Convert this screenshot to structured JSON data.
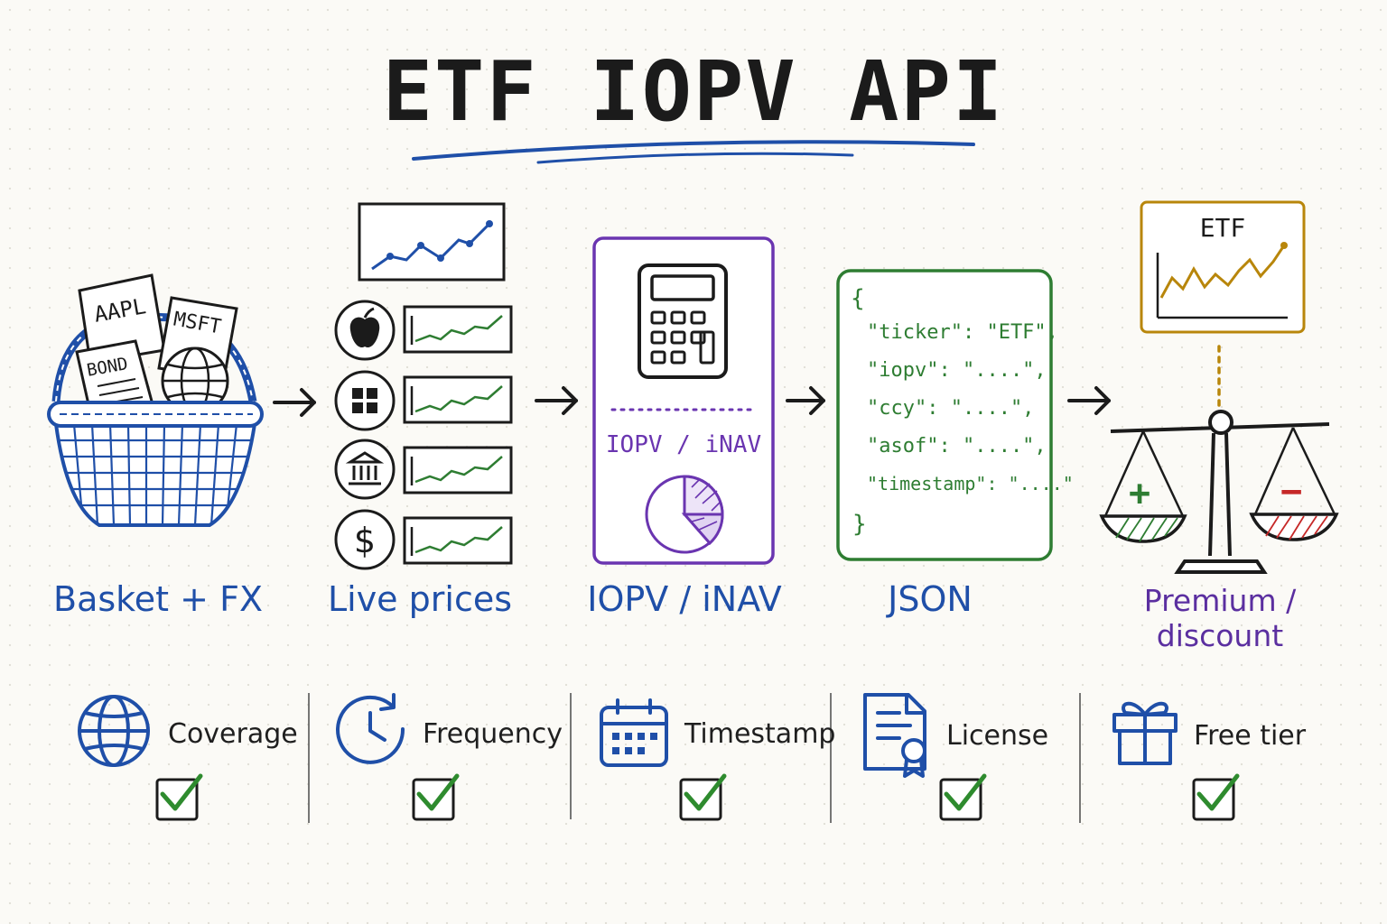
{
  "title": "ETF IOPV API",
  "basket_docs": {
    "aapl": "AAPL",
    "msft": "MSFT",
    "bond": "BOND"
  },
  "steps": [
    {
      "label": "Basket + FX",
      "color": "#1f4fa8"
    },
    {
      "label": "Live prices",
      "color": "#1f4fa8"
    },
    {
      "label": "IOPV / iNAV",
      "color": "#1f4fa8"
    },
    {
      "label": "JSON",
      "color": "#1f4fa8"
    },
    {
      "label": "Premium / discount",
      "color": "#5b2fa0"
    }
  ],
  "calc_box": {
    "caption": "IOPV / iNAV",
    "color": "#6a35b0"
  },
  "json_box": {
    "color": "#2e7d32",
    "open_brace": "{",
    "close_brace": "}",
    "lines": [
      "\"ticker\": \"ETF\",",
      "\"iopv\": \"....\",",
      "\"ccy\": \"....\",",
      "\"asof\": \"....\",",
      "\"timestamp\": \"....\""
    ]
  },
  "etf_chart": {
    "label": "ETF",
    "color": "#b8860b"
  },
  "scale": {
    "plus": "+",
    "minus": "−",
    "plus_color": "#2e7d32",
    "minus_color": "#c62828"
  },
  "features": [
    {
      "label": "Coverage",
      "icon": "globe-icon",
      "checked": true
    },
    {
      "label": "Frequency",
      "icon": "clock-icon",
      "checked": true
    },
    {
      "label": "Timestamp",
      "icon": "calendar-icon",
      "checked": true
    },
    {
      "label": "License",
      "icon": "certificate-icon",
      "checked": true
    },
    {
      "label": "Free tier",
      "icon": "gift-icon",
      "checked": true
    }
  ],
  "colors": {
    "ink": "#1b1b1b",
    "blue": "#1f4fa8",
    "check": "#2e8b2e"
  }
}
